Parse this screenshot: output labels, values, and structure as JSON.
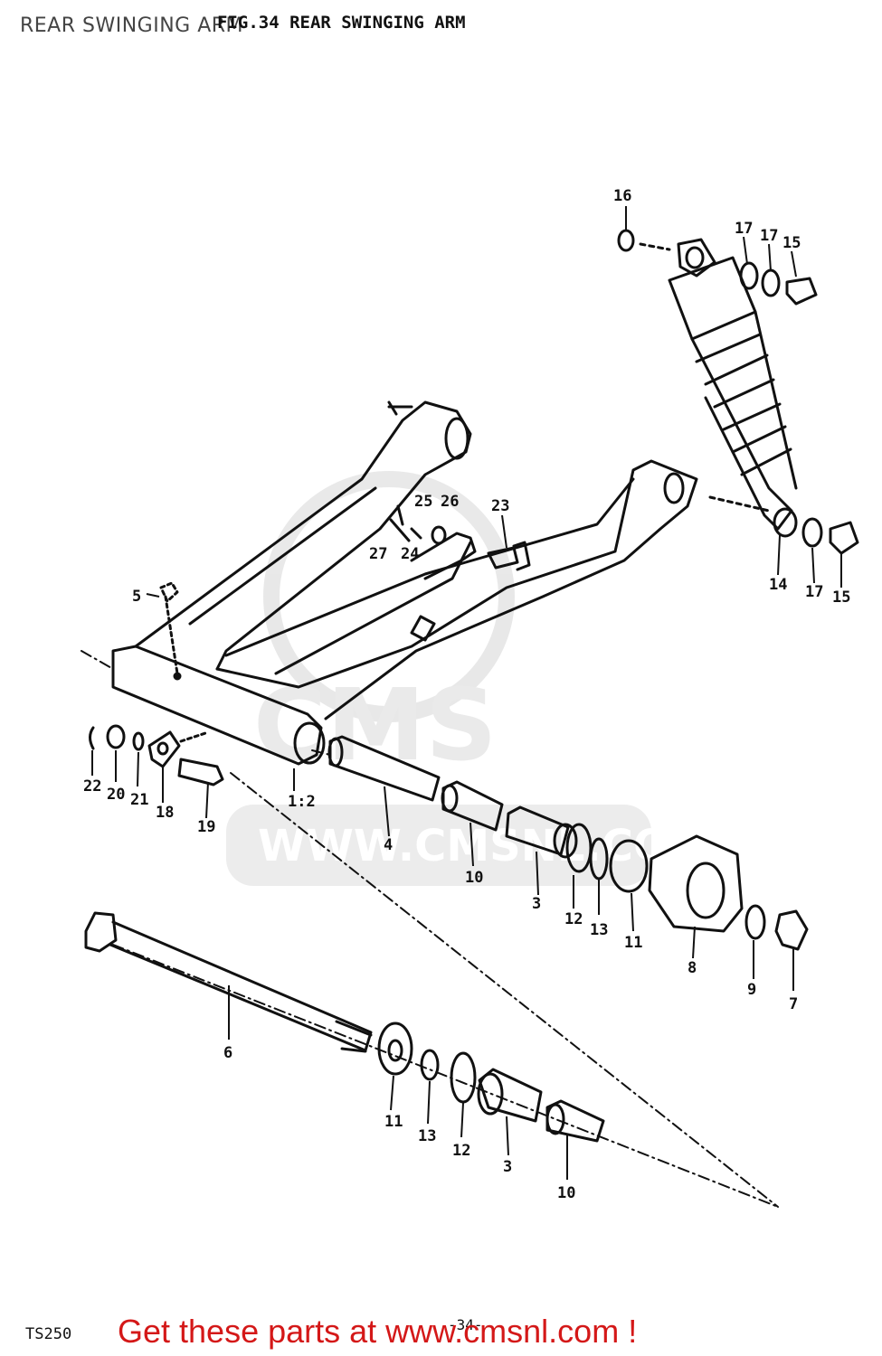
{
  "header": {
    "title": "REAR SWINGING ARM"
  },
  "figure": {
    "caption": "FIG.34  REAR SWINGING ARM",
    "model": "TS250",
    "page": "-34-"
  },
  "watermark": {
    "text": "WWW.CMSNL.COM",
    "logo": "CMS"
  },
  "promo": {
    "text": "Get these parts at www.cmsnl.com !"
  },
  "callouts": [
    {
      "id": "c16",
      "label": "16"
    },
    {
      "id": "c17a",
      "label": "17"
    },
    {
      "id": "c17b",
      "label": "17"
    },
    {
      "id": "c15a",
      "label": "15"
    },
    {
      "id": "c25",
      "label": "25"
    },
    {
      "id": "c26",
      "label": "26"
    },
    {
      "id": "c23",
      "label": "23"
    },
    {
      "id": "c27",
      "label": "27"
    },
    {
      "id": "c24",
      "label": "24"
    },
    {
      "id": "c5",
      "label": "5"
    },
    {
      "id": "c14",
      "label": "14"
    },
    {
      "id": "c17c",
      "label": "17"
    },
    {
      "id": "c15b",
      "label": "15"
    },
    {
      "id": "c22",
      "label": "22"
    },
    {
      "id": "c20",
      "label": "20"
    },
    {
      "id": "c21",
      "label": "21"
    },
    {
      "id": "c18",
      "label": "18"
    },
    {
      "id": "c19",
      "label": "19"
    },
    {
      "id": "c12a",
      "label": "1:2"
    },
    {
      "id": "c4",
      "label": "4"
    },
    {
      "id": "c10a",
      "label": "10"
    },
    {
      "id": "c3a",
      "label": "3"
    },
    {
      "id": "c12b",
      "label": "12"
    },
    {
      "id": "c13a",
      "label": "13"
    },
    {
      "id": "c11a",
      "label": "11"
    },
    {
      "id": "c8",
      "label": "8"
    },
    {
      "id": "c9",
      "label": "9"
    },
    {
      "id": "c7",
      "label": "7"
    },
    {
      "id": "c6",
      "label": "6"
    },
    {
      "id": "c11b",
      "label": "11"
    },
    {
      "id": "c13b",
      "label": "13"
    },
    {
      "id": "c12c",
      "label": "12"
    },
    {
      "id": "c3b",
      "label": "3"
    },
    {
      "id": "c10b",
      "label": "10"
    }
  ]
}
